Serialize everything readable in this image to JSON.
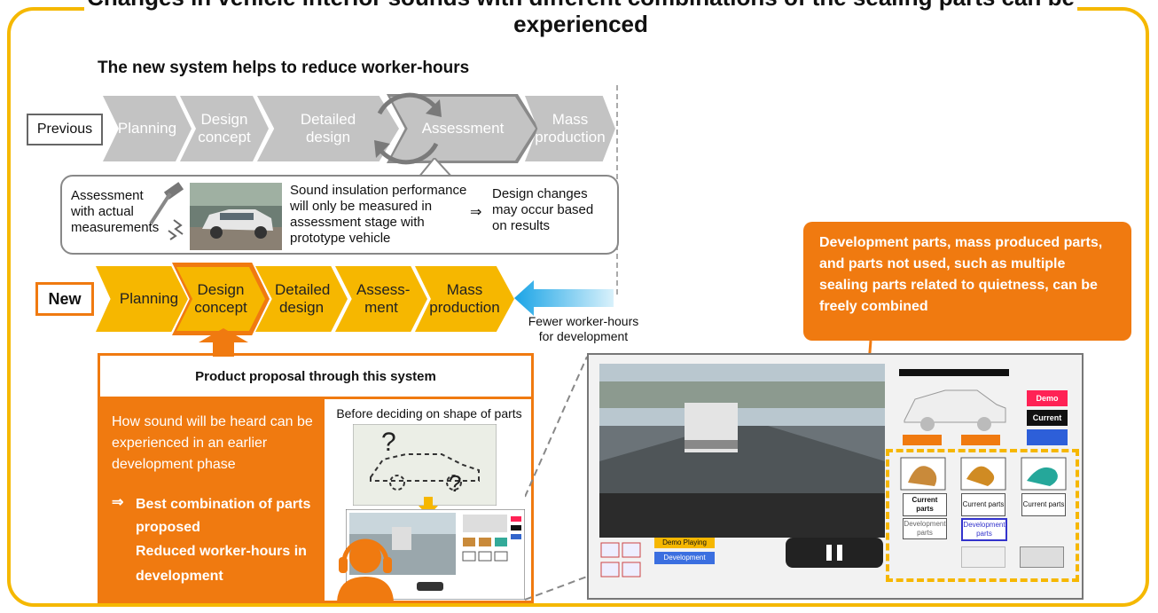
{
  "title": "Changes in vehicle interior sounds with different combinations of the sealing parts can be experienced",
  "subtitle": "The new system helps to reduce worker-hours",
  "previous": {
    "label": "Previous",
    "steps": [
      "Planning",
      "Design concept",
      "Detailed design",
      "Assessment",
      "Mass production"
    ]
  },
  "callout": {
    "assess_label": "Assessment with actual measurements",
    "text": "Sound insulation performance will only be measured in assessment stage with prototype vehicle",
    "arrow": "⇒",
    "result": "Design changes may occur based on results"
  },
  "new": {
    "label": "New",
    "steps": [
      "Planning",
      "Design concept",
      "Detailed design",
      "Assess- ment",
      "Mass production"
    ],
    "fewer": "Fewer worker-hours for development"
  },
  "proposal": {
    "header": "Product proposal through this system",
    "text": "How sound will be heard can be experienced in an earlier development phase",
    "arrow": "⇒",
    "bullet1": "Best combination of parts proposed",
    "bullet2": "Reduced worker-hours in development",
    "before": "Before deciding on shape of parts"
  },
  "note": "Development parts, mass produced parts, and parts not used, such as multiple sealing parts related to quietness, can be freely combined",
  "ui": {
    "demo": "Demo",
    "current": "Current",
    "current_parts": "Current parts",
    "development_parts": "Development parts",
    "development": "Development",
    "demo_playing": "Demo Playing"
  },
  "colors": {
    "frame": "#f5b800",
    "orange": "#f07a10",
    "gray_step": "#c3c3c3",
    "yellow_step": "#f6b700",
    "arrow_blue": "#39b6ea"
  }
}
